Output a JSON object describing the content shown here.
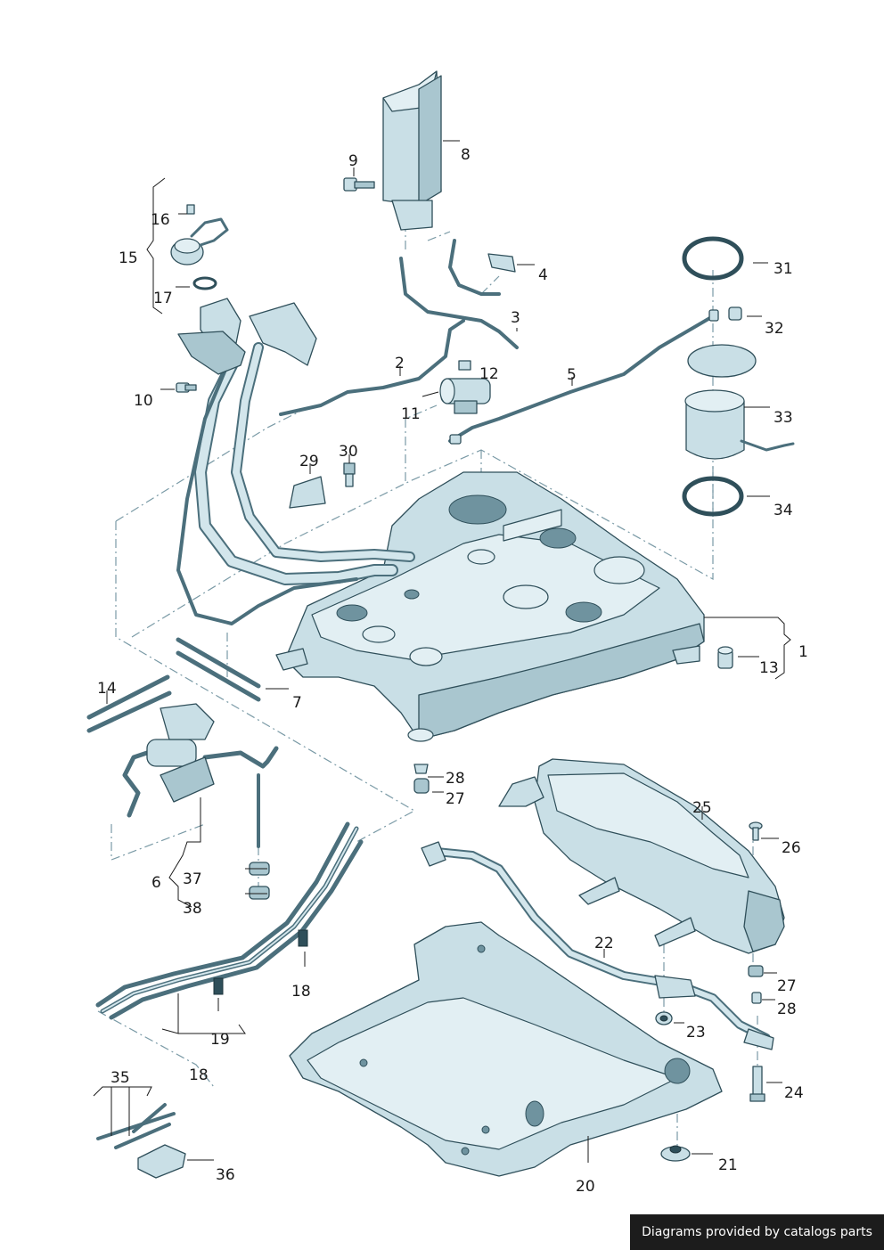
{
  "diagram": {
    "callouts": [
      {
        "id": "c1",
        "text": "1"
      },
      {
        "id": "c2",
        "text": "2"
      },
      {
        "id": "c3",
        "text": "3"
      },
      {
        "id": "c4",
        "text": "4"
      },
      {
        "id": "c5",
        "text": "5"
      },
      {
        "id": "c6",
        "text": "6"
      },
      {
        "id": "c7",
        "text": "7"
      },
      {
        "id": "c8",
        "text": "8"
      },
      {
        "id": "c9",
        "text": "9"
      },
      {
        "id": "c10",
        "text": "10"
      },
      {
        "id": "c11",
        "text": "11"
      },
      {
        "id": "c12",
        "text": "12"
      },
      {
        "id": "c13",
        "text": "13"
      },
      {
        "id": "c14",
        "text": "14"
      },
      {
        "id": "c15",
        "text": "15"
      },
      {
        "id": "c16",
        "text": "16"
      },
      {
        "id": "c17",
        "text": "17"
      },
      {
        "id": "c18a",
        "text": "18"
      },
      {
        "id": "c18b",
        "text": "18"
      },
      {
        "id": "c19",
        "text": "19"
      },
      {
        "id": "c20",
        "text": "20"
      },
      {
        "id": "c21",
        "text": "21"
      },
      {
        "id": "c22",
        "text": "22"
      },
      {
        "id": "c23",
        "text": "23"
      },
      {
        "id": "c24",
        "text": "24"
      },
      {
        "id": "c25",
        "text": "25"
      },
      {
        "id": "c26",
        "text": "26"
      },
      {
        "id": "c27a",
        "text": "27"
      },
      {
        "id": "c27b",
        "text": "27"
      },
      {
        "id": "c28a",
        "text": "28"
      },
      {
        "id": "c28b",
        "text": "28"
      },
      {
        "id": "c29",
        "text": "29"
      },
      {
        "id": "c30",
        "text": "30"
      },
      {
        "id": "c31",
        "text": "31"
      },
      {
        "id": "c32",
        "text": "32"
      },
      {
        "id": "c33",
        "text": "33"
      },
      {
        "id": "c34",
        "text": "34"
      },
      {
        "id": "c35",
        "text": "35"
      },
      {
        "id": "c36",
        "text": "36"
      },
      {
        "id": "c37",
        "text": "37"
      },
      {
        "id": "c38",
        "text": "38"
      }
    ]
  },
  "footer": {
    "credit": "Diagrams provided by catalogs parts"
  }
}
